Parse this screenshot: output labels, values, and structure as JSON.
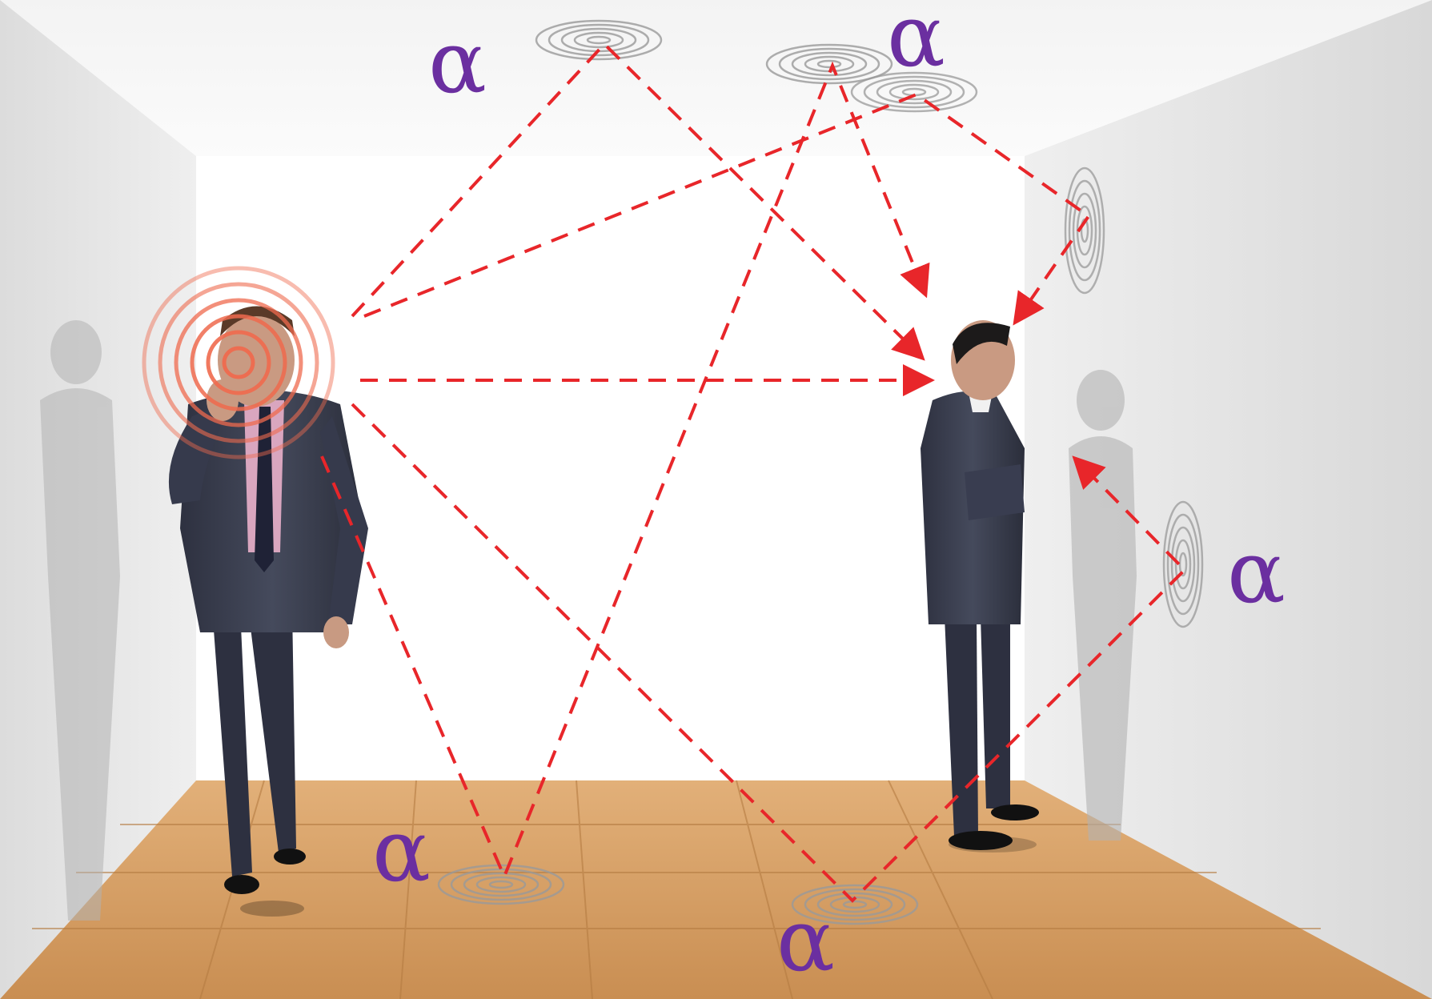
{
  "diagram": {
    "labels": {
      "alpha_top_left": "α",
      "alpha_top_right": "α",
      "alpha_right_wall": "α",
      "alpha_floor_left": "α",
      "alpha_floor_center": "α"
    },
    "colors": {
      "ray": "#e8262a",
      "alpha_label": "#6b2fa0",
      "source_rings": "#ef6a4e",
      "absorption_rings": "#9a9a9a",
      "floor": "#d49a5c",
      "back_wall": "#ffffff",
      "side_wall": "#e6e6e6",
      "suit": "#3a3d4e"
    },
    "figures": {
      "speaker": "man-talking-on-phone",
      "listener": "man-standing-arms-crossed"
    }
  }
}
